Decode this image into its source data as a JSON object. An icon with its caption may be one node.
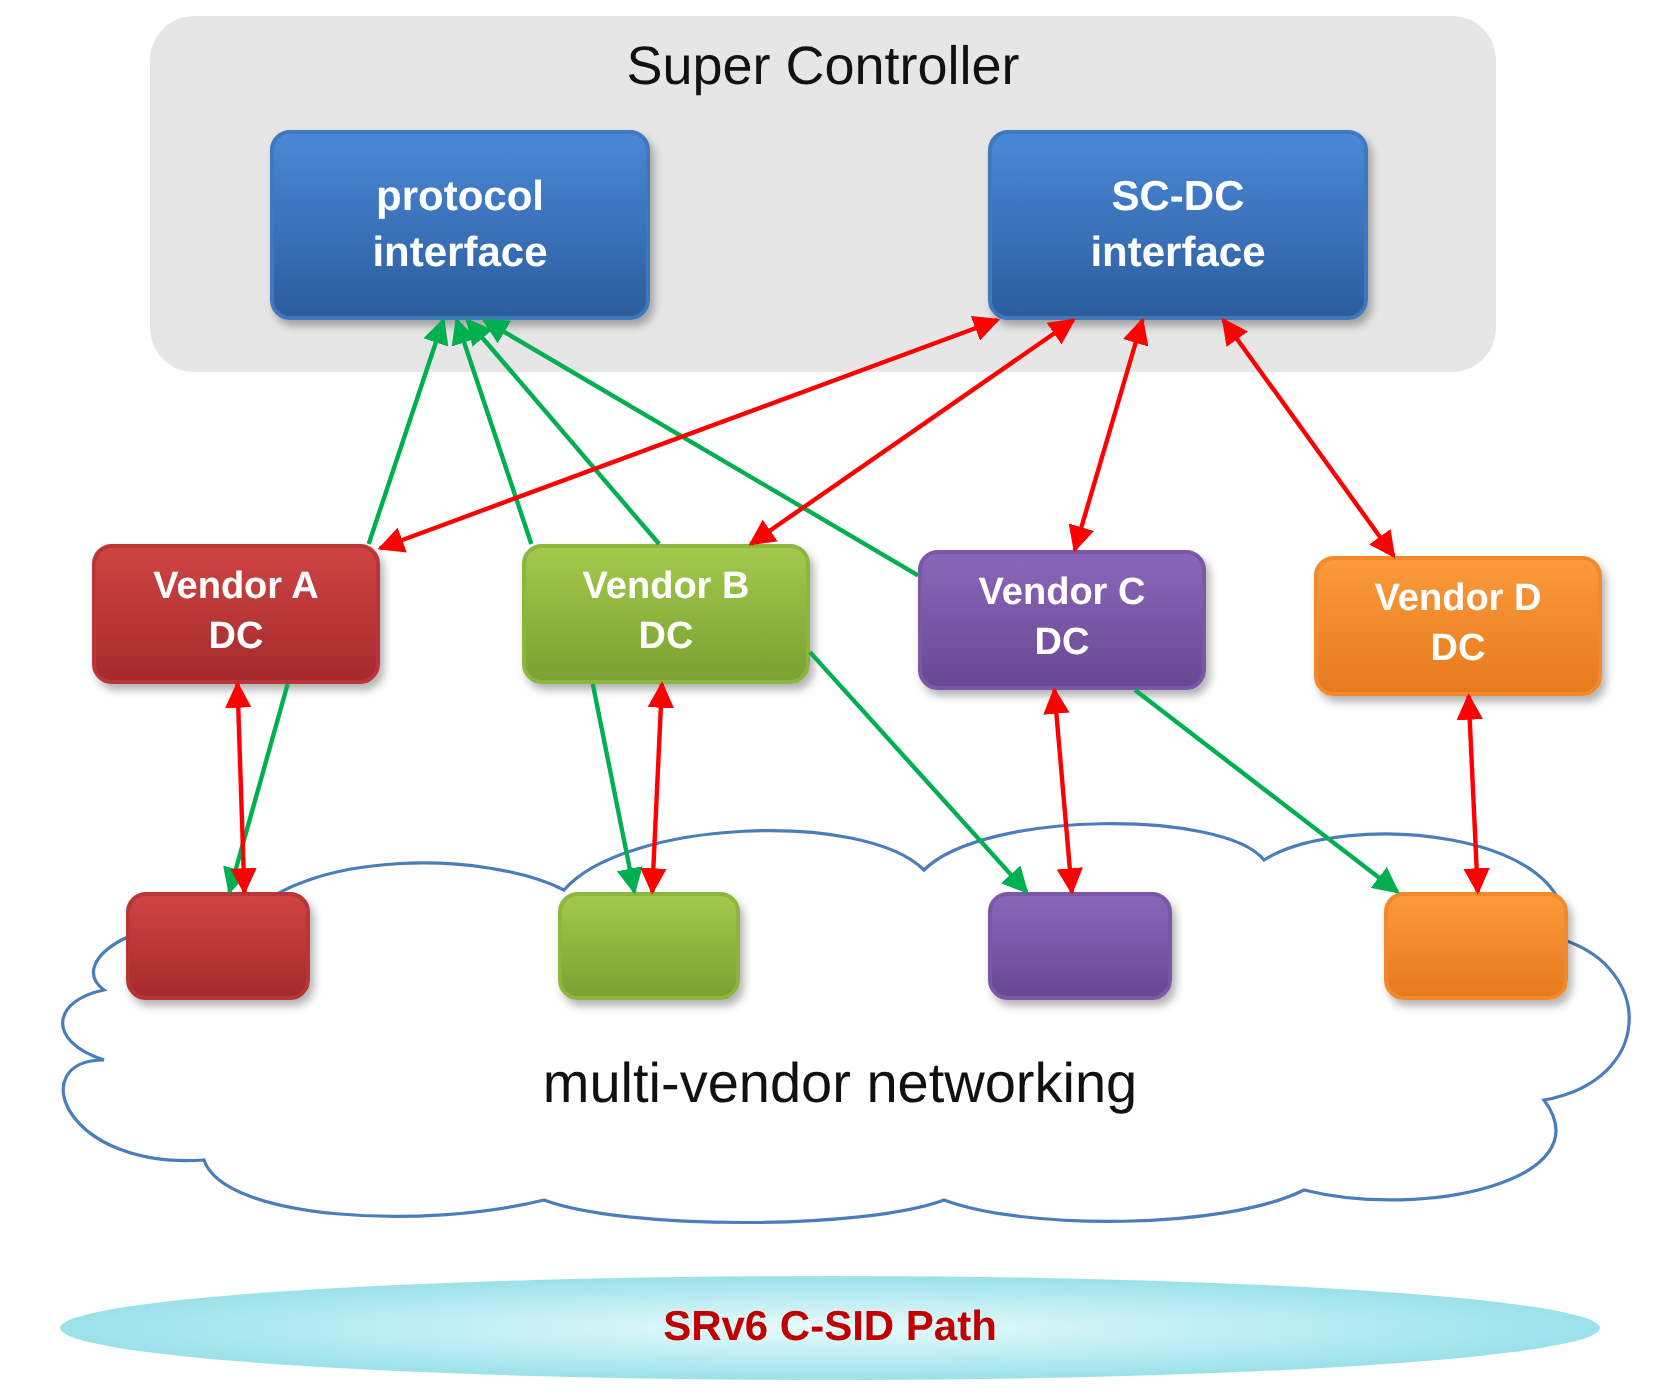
{
  "diagram": {
    "nodes": [
      {
        "text": [
          "Super Controller"
        ]
      },
      {
        "text": [
          "protocol interface"
        ],
        "in": 0
      },
      {
        "text": [
          "SC-DC interface"
        ],
        "in": 0
      },
      {
        "text": [
          "Vendor A DC"
        ]
      },
      {
        "text": [
          "Vendor B DC"
        ]
      },
      {
        "text": [
          "Vendor C DC"
        ]
      },
      {
        "text": [
          "Vendor D DC"
        ]
      },
      {
        "text": [
          "multi-vendor networking"
        ]
      },
      {
        "text": [],
        "shape": "box",
        "in": 7
      },
      {
        "text": [],
        "shape": "box",
        "in": 7
      },
      {
        "text": [],
        "shape": "box",
        "in": 7
      },
      {
        "text": [],
        "shape": "box",
        "in": 7
      },
      {
        "text": [
          "SRv6 C-SID Path"
        ]
      }
    ],
    "edges": [
      {
        "from": 3,
        "to": 1,
        "arrow": "to",
        "color": "#00b050"
      },
      {
        "from": 4,
        "to": 1,
        "arrow": "to",
        "color": "#00b050"
      },
      {
        "from": 4,
        "to": 1,
        "arrow": "to",
        "color": "#00b050"
      },
      {
        "from": 5,
        "to": 1,
        "arrow": "to",
        "color": "#00b050"
      },
      {
        "from": 3,
        "to": 8,
        "arrow": "to",
        "color": "#00b050"
      },
      {
        "from": 4,
        "to": 9,
        "arrow": "to",
        "color": "#00b050"
      },
      {
        "from": 4,
        "to": 10,
        "arrow": "to",
        "color": "#00b050"
      },
      {
        "from": 5,
        "to": 11,
        "arrow": "to",
        "color": "#00b050"
      },
      {
        "from": 2,
        "to": 3,
        "arrow": "both",
        "color": "#ff0000"
      },
      {
        "from": 2,
        "to": 4,
        "arrow": "both",
        "color": "#ff0000"
      },
      {
        "from": 2,
        "to": 5,
        "arrow": "both",
        "color": "#ff0000"
      },
      {
        "from": 2,
        "to": 6,
        "arrow": "both",
        "color": "#ff0000"
      },
      {
        "from": 3,
        "to": 8,
        "arrow": "both",
        "color": "#ff0000"
      },
      {
        "from": 4,
        "to": 9,
        "arrow": "both",
        "color": "#ff0000"
      },
      {
        "from": 5,
        "to": 10,
        "arrow": "both",
        "color": "#ff0000"
      },
      {
        "from": 6,
        "to": 11,
        "arrow": "both",
        "color": "#ff0000"
      }
    ]
  }
}
